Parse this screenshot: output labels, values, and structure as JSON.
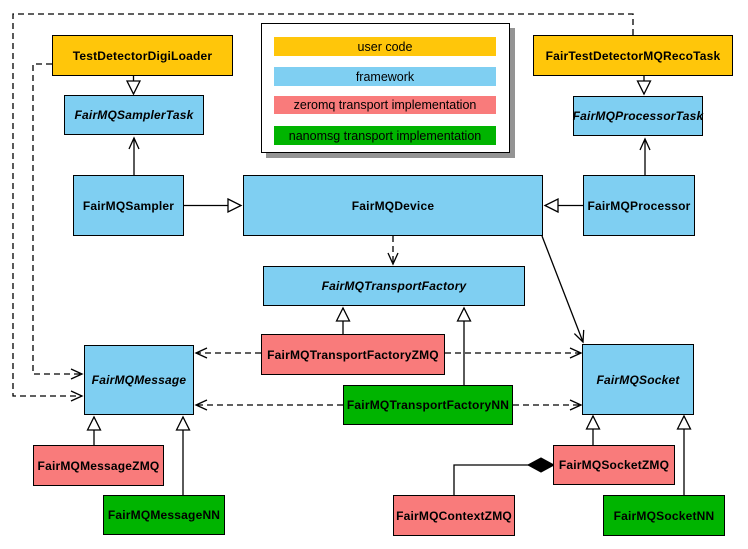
{
  "diagram_type": "uml-class-diagram",
  "colors": {
    "user_code": "#ffc60a",
    "framework": "#7fcff2",
    "zeromq_transport": "#f97b7b",
    "nanomsg_transport": "#00b400",
    "line": "#000000",
    "legend_shadow": "#949494"
  },
  "legend": {
    "items": [
      {
        "label": "user code",
        "category": "user_code"
      },
      {
        "label": "framework",
        "category": "framework"
      },
      {
        "label": "zeromq transport implementation",
        "category": "zeromq_transport"
      },
      {
        "label": "nanomsg transport implementation",
        "category": "nanomsg_transport"
      }
    ]
  },
  "nodes": {
    "tddl": {
      "label": "TestDetectorDigiLoader",
      "category": "user_code",
      "abstract": false
    },
    "ftdmqrt": {
      "label": "FairTestDetectorMQRecoTask",
      "category": "user_code",
      "abstract": false
    },
    "samplerTask": {
      "label": "FairMQSamplerTask",
      "category": "framework",
      "abstract": true
    },
    "processorTask": {
      "label": "FairMQProcessorTask",
      "category": "framework",
      "abstract": true
    },
    "sampler": {
      "label": "FairMQSampler",
      "category": "framework",
      "abstract": false
    },
    "device": {
      "label": "FairMQDevice",
      "category": "framework",
      "abstract": false
    },
    "processor": {
      "label": "FairMQProcessor",
      "category": "framework",
      "abstract": false
    },
    "transportFactory": {
      "label": "FairMQTransportFactory",
      "category": "framework",
      "abstract": true
    },
    "transportFactoryZMQ": {
      "label": "FairMQTransportFactoryZMQ",
      "category": "zeromq_transport",
      "abstract": false
    },
    "transportFactoryNN": {
      "label": "FairMQTransportFactoryNN",
      "category": "nanomsg_transport",
      "abstract": false
    },
    "message": {
      "label": "FairMQMessage",
      "category": "framework",
      "abstract": true
    },
    "messageZMQ": {
      "label": "FairMQMessageZMQ",
      "category": "zeromq_transport",
      "abstract": false
    },
    "messageNN": {
      "label": "FairMQMessageNN",
      "category": "nanomsg_transport",
      "abstract": false
    },
    "socket": {
      "label": "FairMQSocket",
      "category": "framework",
      "abstract": true
    },
    "socketZMQ": {
      "label": "FairMQSocketZMQ",
      "category": "zeromq_transport",
      "abstract": false
    },
    "socketNN": {
      "label": "FairMQSocketNN",
      "category": "nanomsg_transport",
      "abstract": false
    },
    "contextZMQ": {
      "label": "FairMQContextZMQ",
      "category": "zeromq_transport",
      "abstract": false
    }
  },
  "edges": [
    {
      "from": "TestDetectorDigiLoader",
      "to": "FairMQSamplerTask",
      "line": "solid",
      "arrow": "hollow-triangle"
    },
    {
      "from": "FairTestDetectorMQRecoTask",
      "to": "FairMQProcessorTask",
      "line": "solid",
      "arrow": "hollow-triangle"
    },
    {
      "from": "FairMQSampler",
      "to": "FairMQSamplerTask",
      "line": "solid",
      "arrow": "open"
    },
    {
      "from": "FairMQProcessor",
      "to": "FairMQProcessorTask",
      "line": "solid",
      "arrow": "open"
    },
    {
      "from": "FairMQSampler",
      "to": "FairMQDevice",
      "line": "solid",
      "arrow": "hollow-triangle"
    },
    {
      "from": "FairMQProcessor",
      "to": "FairMQDevice",
      "line": "solid",
      "arrow": "hollow-triangle"
    },
    {
      "from": "FairMQDevice",
      "to": "FairMQTransportFactory",
      "line": "dashed",
      "arrow": "open"
    },
    {
      "from": "FairMQDevice",
      "to": "FairMQSocket",
      "line": "solid",
      "arrow": "open"
    },
    {
      "from": "FairTestDetectorMQRecoTask",
      "to": "FairMQMessage",
      "line": "dashed",
      "arrow": "open"
    },
    {
      "from": "TestDetectorDigiLoader",
      "to": "FairMQMessage",
      "line": "dashed",
      "arrow": "open"
    },
    {
      "from": "FairMQTransportFactoryZMQ",
      "to": "FairMQTransportFactory",
      "line": "solid",
      "arrow": "hollow-triangle"
    },
    {
      "from": "FairMQTransportFactoryNN",
      "to": "FairMQTransportFactory",
      "line": "solid",
      "arrow": "hollow-triangle"
    },
    {
      "from": "FairMQTransportFactoryZMQ",
      "to": "FairMQMessage",
      "line": "dashed",
      "arrow": "open"
    },
    {
      "from": "FairMQTransportFactoryZMQ",
      "to": "FairMQSocket",
      "line": "dashed",
      "arrow": "open"
    },
    {
      "from": "FairMQTransportFactoryNN",
      "to": "FairMQMessage",
      "line": "dashed",
      "arrow": "open"
    },
    {
      "from": "FairMQTransportFactoryNN",
      "to": "FairMQSocket",
      "line": "dashed",
      "arrow": "open"
    },
    {
      "from": "FairMQMessageZMQ",
      "to": "FairMQMessage",
      "line": "solid",
      "arrow": "hollow-triangle"
    },
    {
      "from": "FairMQMessageNN",
      "to": "FairMQMessage",
      "line": "solid",
      "arrow": "hollow-triangle"
    },
    {
      "from": "FairMQSocketZMQ",
      "to": "FairMQSocket",
      "line": "solid",
      "arrow": "hollow-triangle"
    },
    {
      "from": "FairMQSocketNN",
      "to": "FairMQSocket",
      "line": "solid",
      "arrow": "hollow-triangle"
    },
    {
      "from": "FairMQContextZMQ",
      "to": "FairMQSocketZMQ",
      "line": "solid",
      "arrow": "filled-diamond"
    }
  ]
}
